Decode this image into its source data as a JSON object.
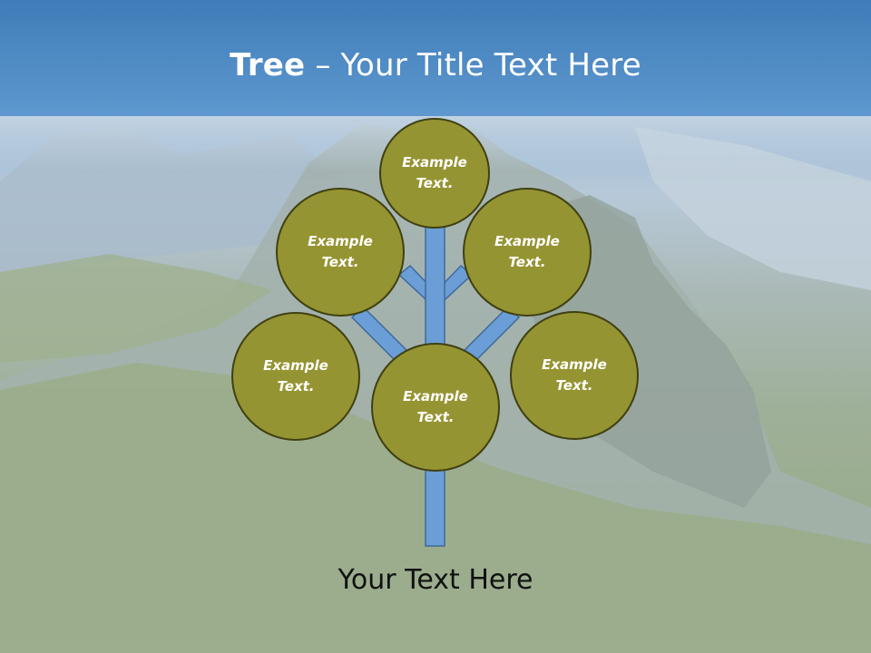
{
  "slide": {
    "title_bold": "Tree",
    "title_rest": " – Your Title Text Here",
    "caption": "Your Text Here"
  },
  "tree": {
    "nodes": [
      {
        "id": "top",
        "line1": "Example",
        "line2": "Text."
      },
      {
        "id": "upper-left",
        "line1": "Example",
        "line2": "Text."
      },
      {
        "id": "upper-right",
        "line1": "Example",
        "line2": "Text."
      },
      {
        "id": "left",
        "line1": "Example",
        "line2": "Text."
      },
      {
        "id": "center",
        "line1": "Example",
        "line2": "Text."
      },
      {
        "id": "right",
        "line1": "Example",
        "line2": "Text."
      }
    ]
  },
  "colors": {
    "node_fill": "#959432",
    "node_border": "#3f4012",
    "branch_fill": "#6b9ed6",
    "branch_border": "#3f6a9a",
    "header_blue": "#4a86c0"
  }
}
